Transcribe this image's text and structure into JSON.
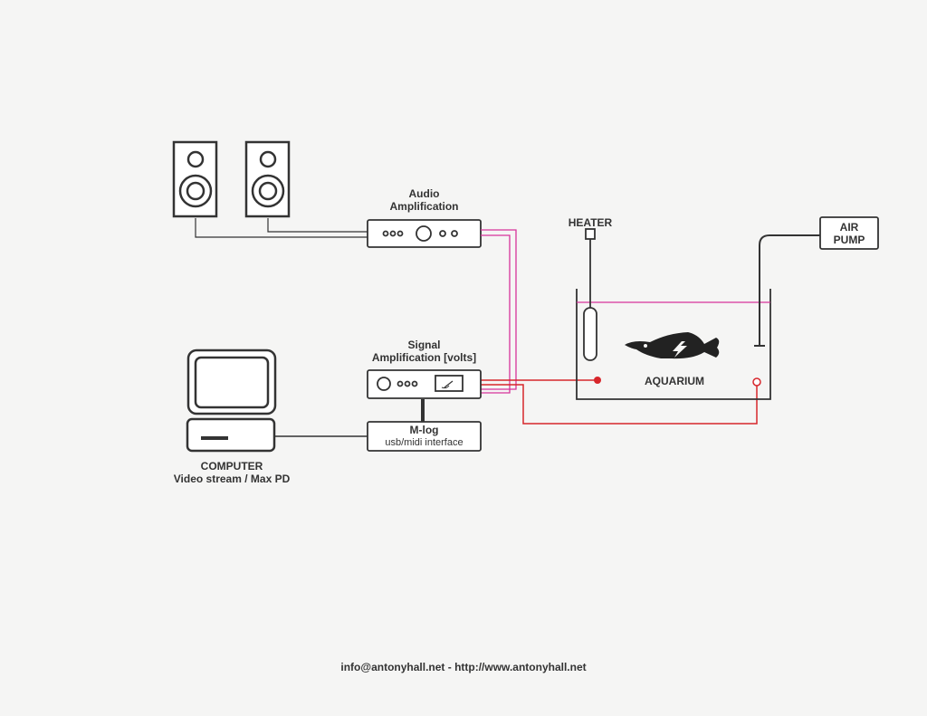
{
  "labels": {
    "audio_amp": [
      "Audio",
      "Amplification"
    ],
    "signal_amp": [
      "Signal",
      "Amplification [volts]"
    ],
    "heater": "HEATER",
    "air_pump": [
      "AIR",
      "PUMP"
    ],
    "aquarium": "AQUARIUM",
    "mlog_title": "M-log",
    "mlog_sub": "usb/midi interface",
    "computer": [
      "COMPUTER",
      "Video stream / Max PD"
    ]
  },
  "footer": "info@antonyhall.net - http://www.antonyhall.net",
  "colors": {
    "line": "#333333",
    "signal_red": "#d7262b",
    "audio_magenta": "#d6339a",
    "background": "#f5f5f4"
  }
}
